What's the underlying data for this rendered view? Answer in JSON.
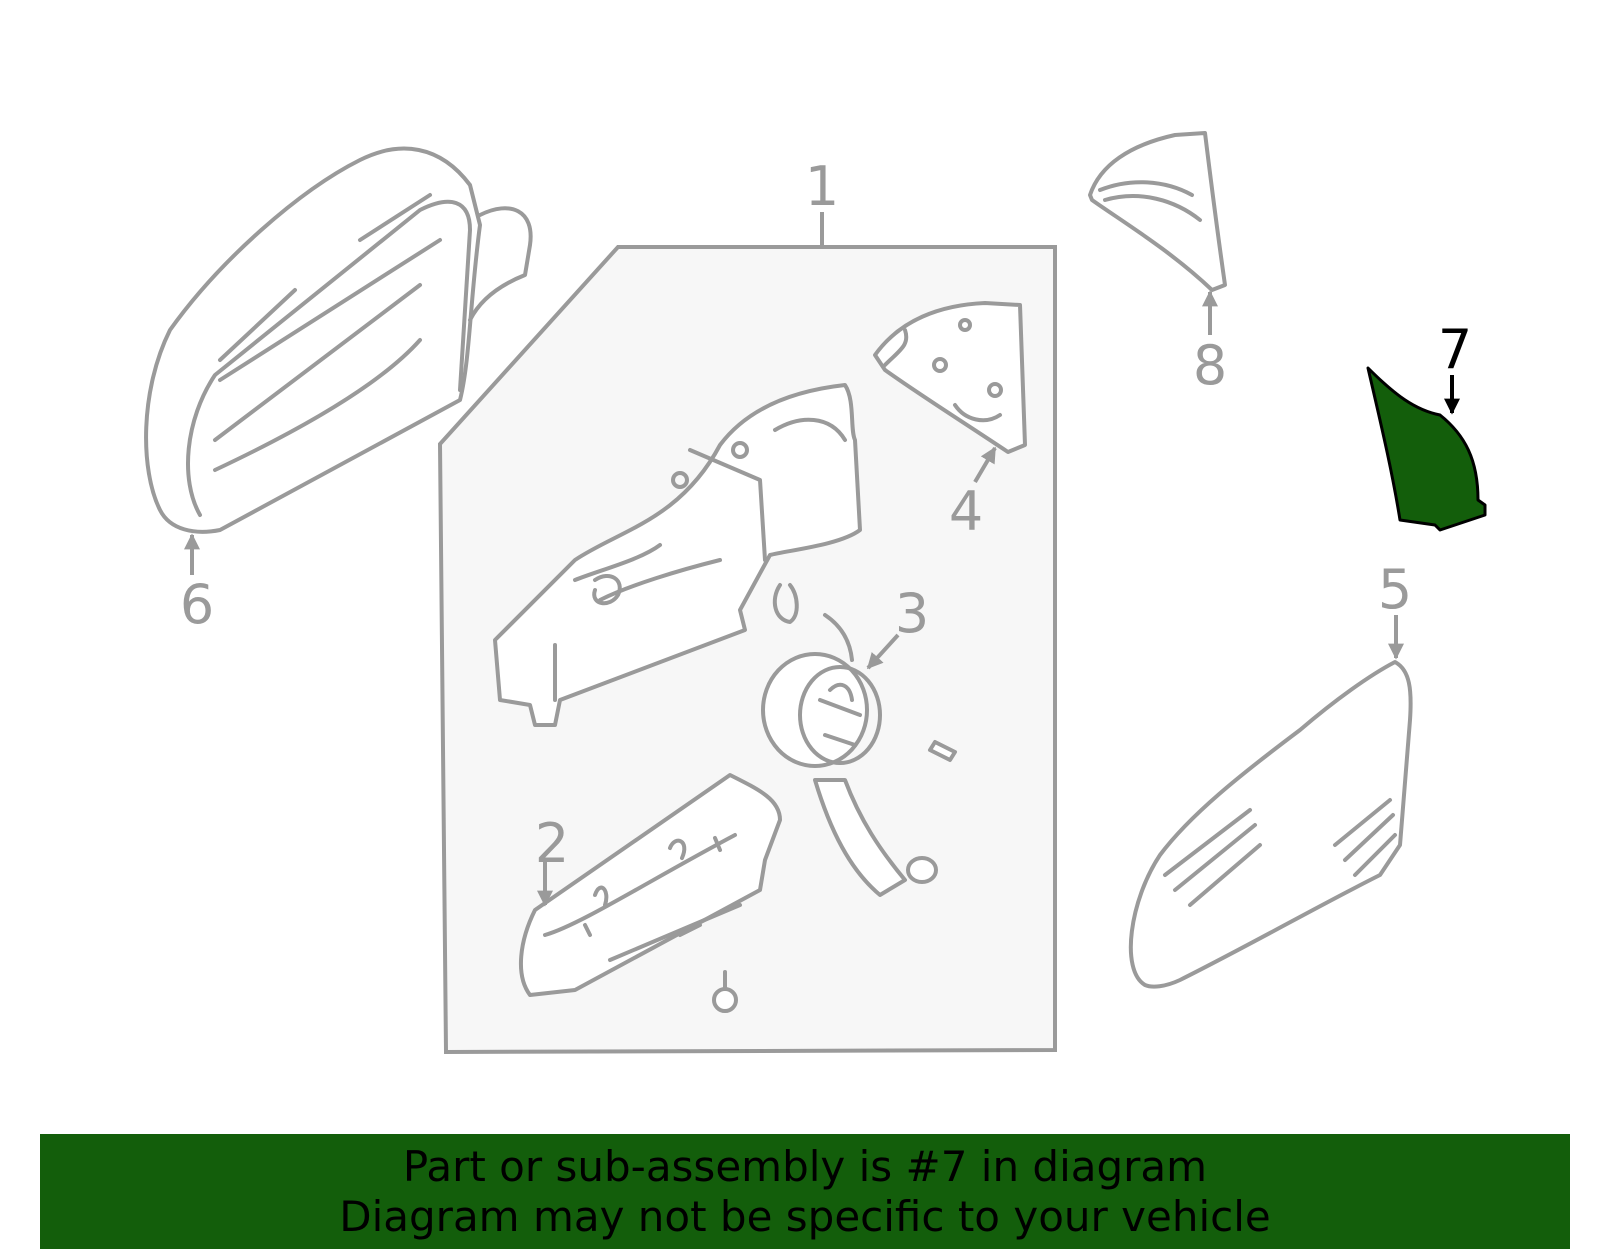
{
  "diagram": {
    "highlight_color": "#135e0b",
    "line_color": "#9a9a9a",
    "panel_color": "#f7f7f7",
    "callouts": {
      "c1": "1",
      "c2": "2",
      "c3": "3",
      "c4": "4",
      "c5": "5",
      "c6": "6",
      "c7": "7",
      "c8": "8"
    },
    "highlighted_part": "7"
  },
  "banner": {
    "line1": "Part or sub-assembly is #7 in diagram",
    "line2": "Diagram may not be specific to your vehicle",
    "background": "#135e0b"
  }
}
